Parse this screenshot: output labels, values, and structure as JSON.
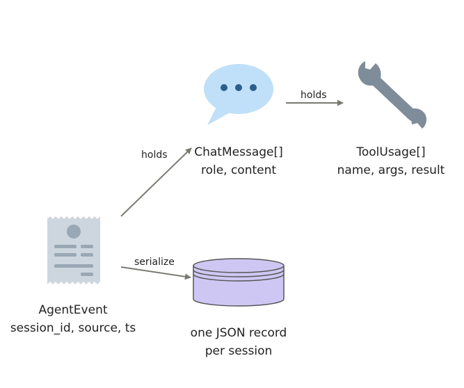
{
  "nodes": {
    "chat_message": {
      "title": "ChatMessage[]",
      "fields": "role, content",
      "icon": "chat-bubble-icon"
    },
    "tool_usage": {
      "title": "ToolUsage[]",
      "fields": "name, args, result",
      "icon": "wrench-icon"
    },
    "agent_event": {
      "title": "AgentEvent",
      "fields": "session_id, source, ts",
      "icon": "receipt-document-icon"
    },
    "record": {
      "title": "one JSON record",
      "fields": "per session",
      "icon": "database-icon"
    }
  },
  "edges": {
    "event_to_chat": "holds",
    "chat_to_tool": "holds",
    "event_to_record": "serialize"
  },
  "colors": {
    "bubble": "#bfe0f8",
    "bubble_dots": "#2b5f8c",
    "wrench": "#7f8c99",
    "document": "#cdd6df",
    "document_lines": "#9aa7b4",
    "database_fill": "#cfc7f3",
    "database_stroke": "#555555",
    "arrow": "#7a7a72"
  }
}
